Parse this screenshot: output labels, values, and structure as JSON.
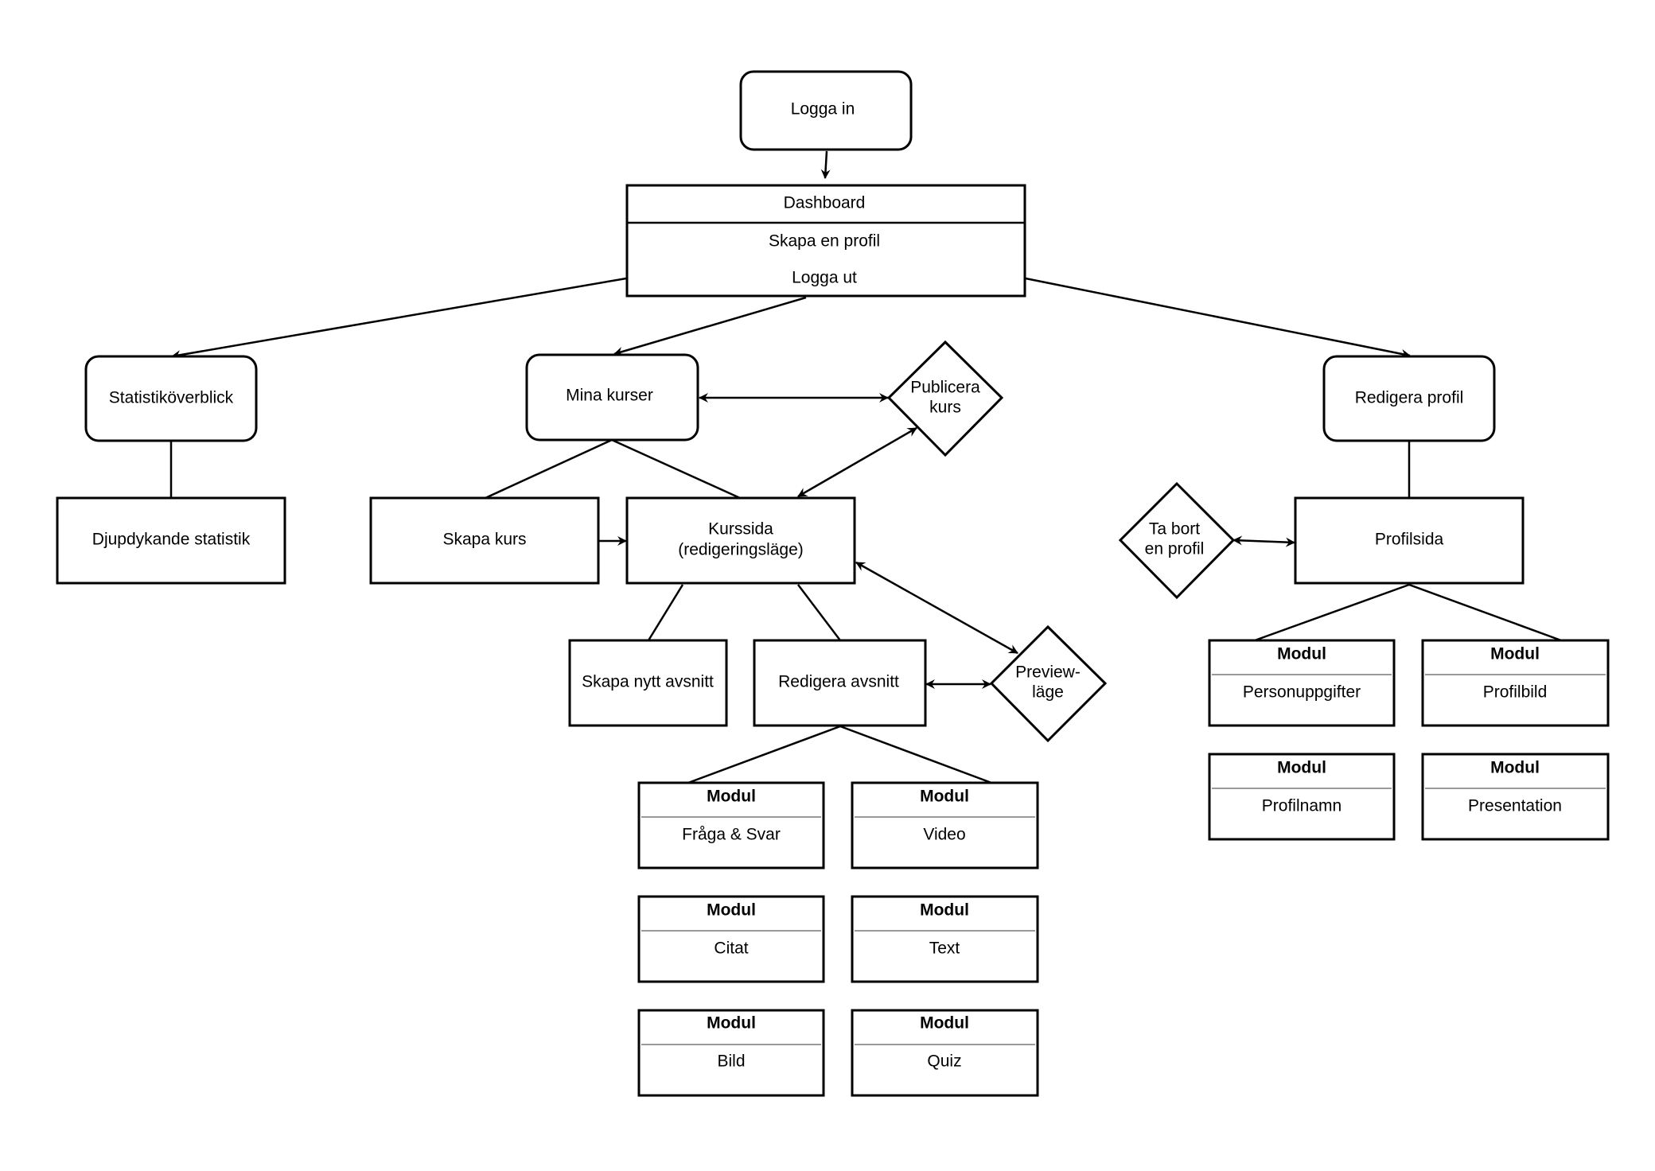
{
  "login": "Logga in",
  "dashboard": {
    "title": "Dashboard",
    "items": [
      "Skapa en profil",
      "Logga ut"
    ]
  },
  "statistics": {
    "overview": "Statistiköverblick",
    "deep": "Djupdykande statistik"
  },
  "courses": {
    "my_courses": "Mina kurser",
    "publish": [
      "Publicera",
      "kurs"
    ],
    "create": "Skapa kurs",
    "course_page": [
      "Kurssida",
      "(redigeringsläge)"
    ],
    "new_section": "Skapa nytt avsnitt",
    "edit_section": "Redigera avsnitt",
    "preview": [
      "Preview-",
      "läge"
    ]
  },
  "profile": {
    "edit": "Redigera profil",
    "delete": [
      "Ta bort",
      "en profil"
    ],
    "page": "Profilsida"
  },
  "module_header": "Modul",
  "course_modules": [
    "Fråga & Svar",
    "Video",
    "Citat",
    "Text",
    "Bild",
    "Quiz"
  ],
  "profile_modules": [
    "Personuppgifter",
    "Profilbild",
    "Profilnamn",
    "Presentation"
  ]
}
